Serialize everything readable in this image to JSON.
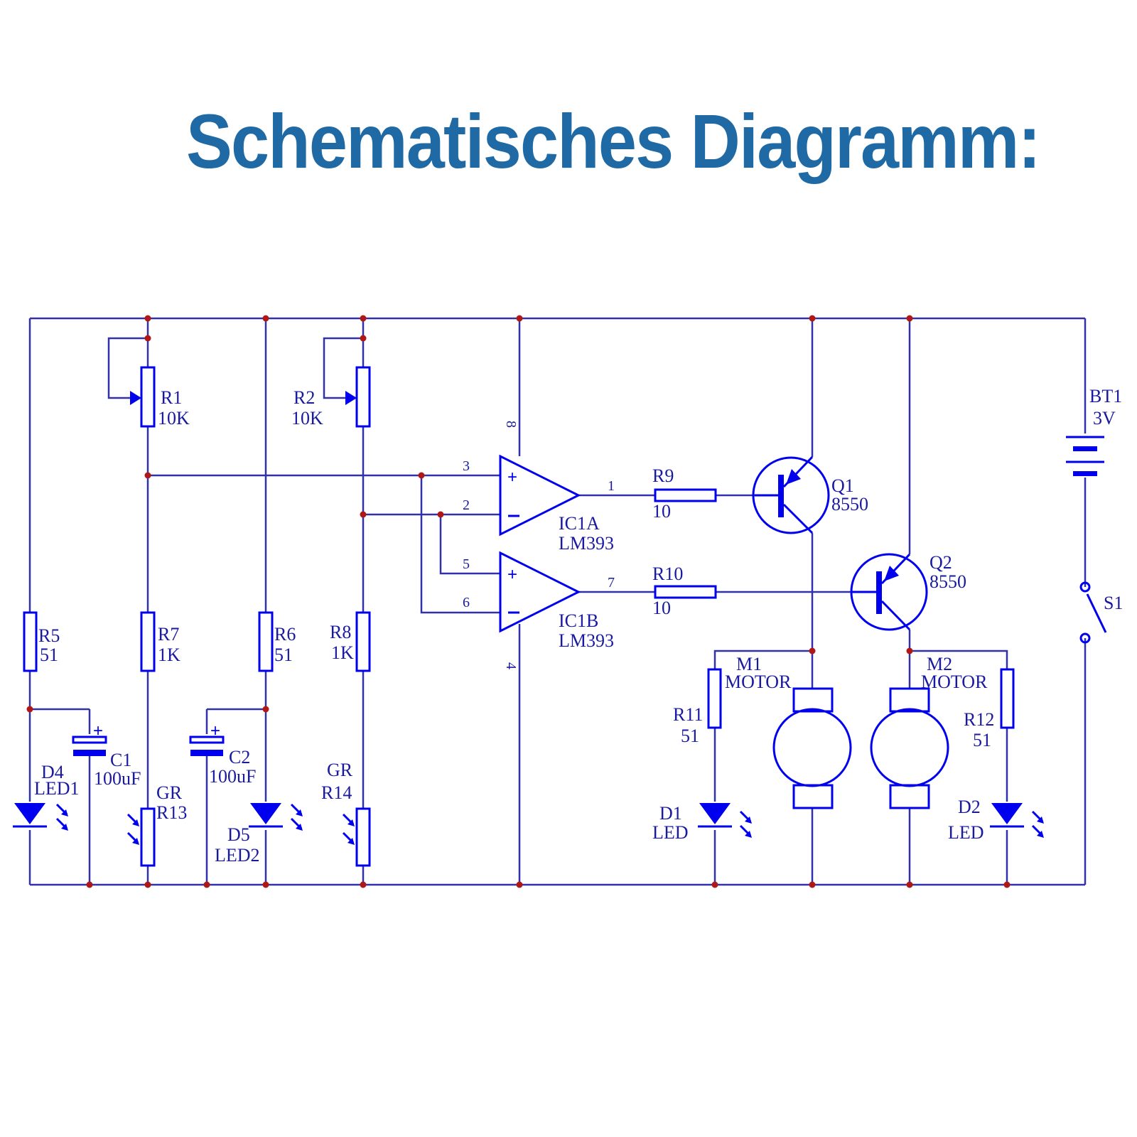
{
  "title": "Schematisches Diagramm:",
  "components": {
    "r1": {
      "ref": "R1",
      "value": "10K"
    },
    "r2": {
      "ref": "R2",
      "value": "10K"
    },
    "r5": {
      "ref": "R5",
      "value": "51"
    },
    "r6": {
      "ref": "R6",
      "value": "51"
    },
    "r7": {
      "ref": "R7",
      "value": "1K"
    },
    "r8": {
      "ref": "R8",
      "value": "1K"
    },
    "r9": {
      "ref": "R9",
      "value": "10"
    },
    "r10": {
      "ref": "R10",
      "value": "10"
    },
    "r11": {
      "ref": "R11",
      "value": "51"
    },
    "r12": {
      "ref": "R12",
      "value": "51"
    },
    "r13": {
      "ref": "R13",
      "type": "GR"
    },
    "r14": {
      "ref": "R14",
      "type": "GR"
    },
    "c1": {
      "ref": "C1",
      "value": "100uF"
    },
    "c2": {
      "ref": "C2",
      "value": "100uF"
    },
    "d1": {
      "ref": "D1",
      "value": "LED"
    },
    "d2": {
      "ref": "D2",
      "value": "LED"
    },
    "d4": {
      "ref": "D4",
      "value": "LED1"
    },
    "d5": {
      "ref": "D5",
      "value": "LED2"
    },
    "ic1a": {
      "ref": "IC1A",
      "value": "LM393",
      "pin_plus": "3",
      "pin_minus": "2",
      "pin_out": "1",
      "pin_vcc": "8"
    },
    "ic1b": {
      "ref": "IC1B",
      "value": "LM393",
      "pin_plus": "5",
      "pin_minus": "6",
      "pin_out": "7",
      "pin_gnd": "4"
    },
    "q1": {
      "ref": "Q1",
      "value": "8550"
    },
    "q2": {
      "ref": "Q2",
      "value": "8550"
    },
    "m1": {
      "ref": "M1",
      "value": "MOTOR"
    },
    "m2": {
      "ref": "M2",
      "value": "MOTOR"
    },
    "bt1": {
      "ref": "BT1",
      "value": "3V"
    },
    "s1": {
      "ref": "S1"
    }
  },
  "colors": {
    "title": "#1f6aa5",
    "wire": "#3232a8",
    "component": "#0000ee",
    "junction": "#b01818",
    "label": "#1a1aa0"
  }
}
